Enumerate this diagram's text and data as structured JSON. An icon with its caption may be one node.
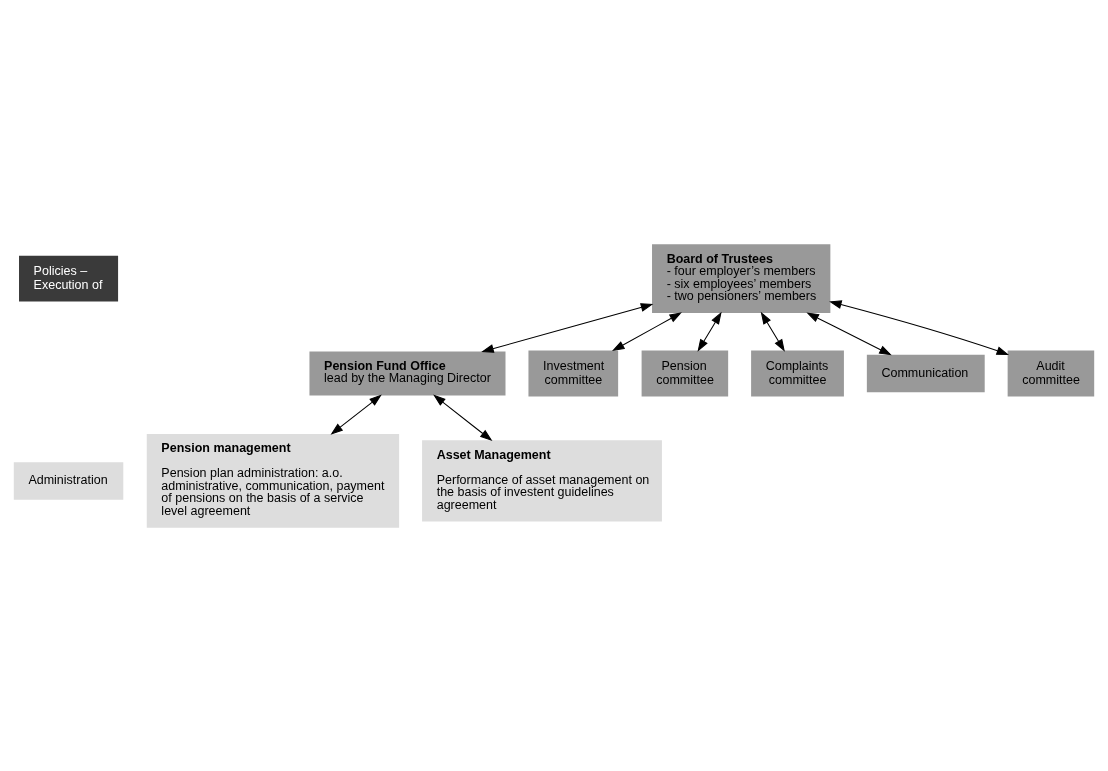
{
  "diagram": {
    "nodes": [
      {
        "text": [
          "Policies – Execution of"
        ]
      },
      {
        "text": [
          "Board of Trustees",
          "- four employer’s members",
          "- six employees’ members",
          "- two pensioners’ members"
        ]
      },
      {
        "text": [
          "Pension Fund Office",
          "lead by the Managing Director"
        ]
      },
      {
        "text": [
          "Investment committee"
        ]
      },
      {
        "text": [
          "Pension committee"
        ]
      },
      {
        "text": [
          "Complaints committee"
        ]
      },
      {
        "text": [
          "Communication"
        ]
      },
      {
        "text": [
          "Audit committee"
        ]
      },
      {
        "text": [
          "Administration"
        ]
      },
      {
        "text": [
          "Pension management",
          "Pension plan administration: a.o. administrative, communication, payment of pensions on the basis of a service level agreement"
        ]
      },
      {
        "text": [
          "Asset Management",
          "Performance of asset management on the basis of investent guidelines agreement"
        ]
      }
    ],
    "edges": [
      {
        "from": 1,
        "to": 3,
        "arrow": "both"
      },
      {
        "from": 1,
        "to": 4,
        "arrow": "both"
      },
      {
        "from": 1,
        "to": 5,
        "arrow": "both"
      },
      {
        "from": 1,
        "to": 6,
        "arrow": "both"
      },
      {
        "from": 1,
        "to": 7,
        "arrow": "both"
      },
      {
        "from": 1,
        "to": 2,
        "arrow": "both"
      },
      {
        "from": 2,
        "to": 9,
        "arrow": "both"
      },
      {
        "from": 2,
        "to": 10,
        "arrow": "both"
      }
    ]
  }
}
